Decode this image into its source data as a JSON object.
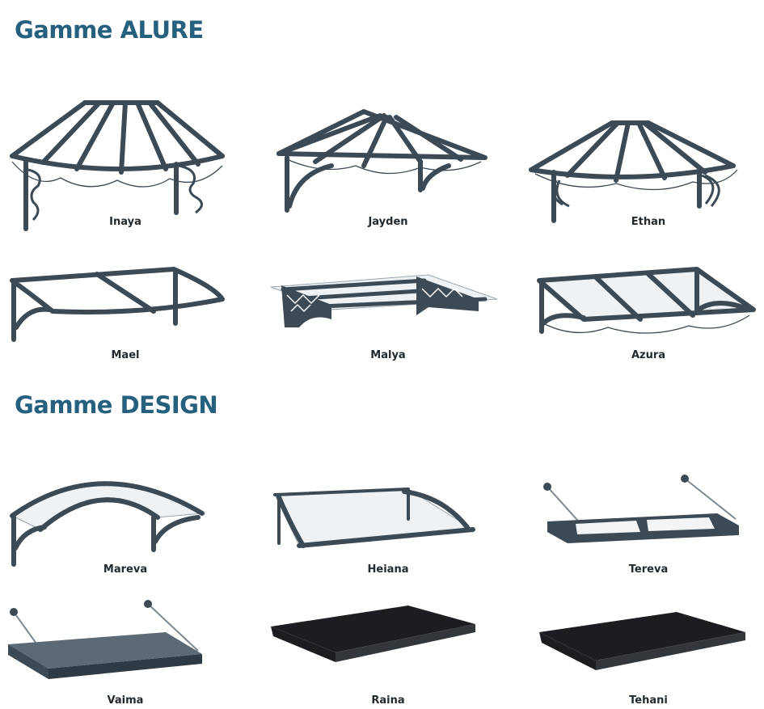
{
  "sections": {
    "alure": {
      "title": "Gamme ALURE",
      "products": [
        {
          "name": "Inaya",
          "icon": "inaya-awning-icon"
        },
        {
          "name": "Jayden",
          "icon": "jayden-awning-icon"
        },
        {
          "name": "Ethan",
          "icon": "ethan-awning-icon"
        },
        {
          "name": "Mael",
          "icon": "mael-awning-icon"
        },
        {
          "name": "Malya",
          "icon": "malya-awning-icon"
        },
        {
          "name": "Azura",
          "icon": "azura-awning-icon"
        }
      ]
    },
    "design": {
      "title": "Gamme DESIGN",
      "products": [
        {
          "name": "Mareva",
          "icon": "mareva-awning-icon"
        },
        {
          "name": "Heiana",
          "icon": "heiana-awning-icon"
        },
        {
          "name": "Tereva",
          "icon": "tereva-awning-icon"
        },
        {
          "name": "Vaima",
          "icon": "vaima-awning-icon"
        },
        {
          "name": "Raina",
          "icon": "raina-awning-icon"
        },
        {
          "name": "Tehani",
          "icon": "tehani-awning-icon"
        }
      ]
    }
  },
  "colors": {
    "title": "#25607f",
    "frame": "#3b4a55",
    "panel_dark": "#1b1d20"
  }
}
